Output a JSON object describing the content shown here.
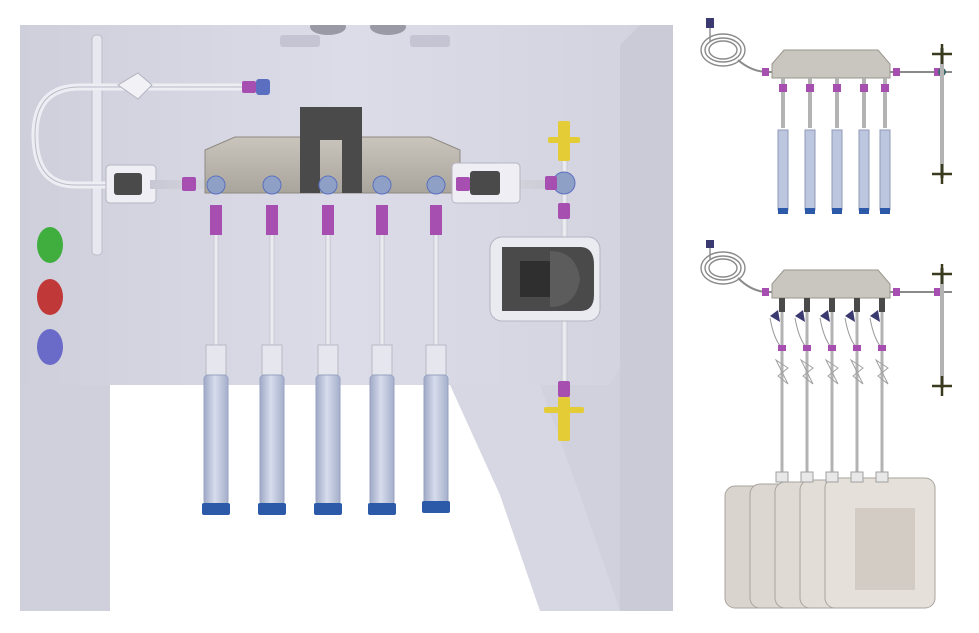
{
  "figure": {
    "panels": [
      {
        "id": "rendered-device",
        "kind": "3d-render"
      },
      {
        "id": "schematic-syringe-set",
        "kind": "schematic"
      },
      {
        "id": "schematic-bag-set",
        "kind": "schematic"
      }
    ],
    "syringe_count": 5,
    "bag_count": 5,
    "colors": {
      "machine_panel": "#d9d9e6",
      "machine_edge": "#c7c7d4",
      "manifold": "#b9b5ad",
      "connector_magenta": "#a64fb0",
      "connector_blue": "#5b6fc0",
      "clamp_yellow": "#e3cc35",
      "pump_head": "#4a4a4a",
      "button_green": "#3fae3f",
      "button_red": "#c03838",
      "button_blue": "#6a6ac8",
      "syringe_body": "#bcc6de",
      "syringe_cap": "#2d5aa8",
      "bag_fill": "#ddd8d2",
      "schematic_line": "#8a8a8a",
      "schematic_dark": "#3b3b20"
    }
  }
}
